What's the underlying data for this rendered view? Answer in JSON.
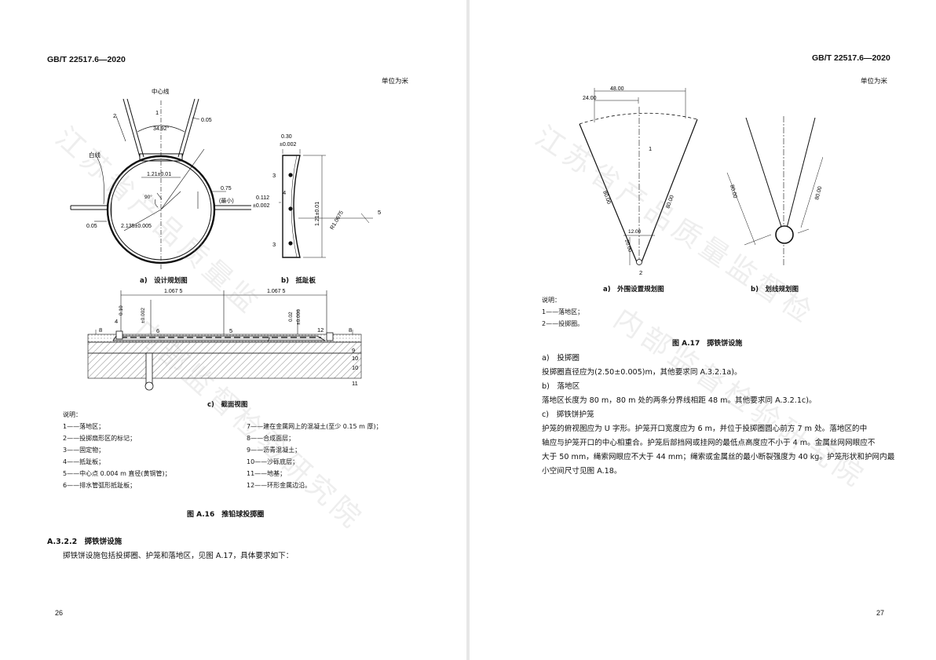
{
  "left": {
    "header": "GB/T 22517.6—2020",
    "unit": "单位为米",
    "fig_a": {
      "centerline": "中心线",
      "n1": "1",
      "n2": "2",
      "d005": "0.05",
      "angle": "34.92°",
      "white_line": "白线",
      "w121": "1.21±0.01",
      "a90": "90°",
      "d075": "0.75",
      "min": "(最小)",
      "d005b": "0.05",
      "d2135": "2.135±0.005",
      "caption": "a)　设计规划图"
    },
    "fig_b": {
      "d030": "0.30",
      "d030t": "±0.002",
      "n3a": "3",
      "n4": "4",
      "n3b": "3",
      "d0112": "0.112",
      "d0112t": "±0.002",
      "d121": "1.21±0.01",
      "r": "R1.0675",
      "n5": "5",
      "caption": "b)　抵趾板"
    },
    "fig_c": {
      "d1": "1.067 5",
      "d2": "1.067 5",
      "v1": "0.10",
      "v1t": "±0.002",
      "v2": "0.02",
      "v2t": "±0.006",
      "n8a": "8",
      "n4": "4",
      "n6": "6",
      "n5": "5",
      "n7": "7",
      "n12": "12",
      "n8b": "8",
      "n9": "9",
      "n10a": "10",
      "n10b": "10",
      "n11": "11",
      "caption": "c)　截面视图"
    },
    "legend_title": "说明：",
    "legend_left": [
      "1——落地区；",
      "2——投掷扇形区的标记；",
      "3——固定物；",
      "4——抵趾板；",
      "5——中心点 0.004 m 直径(黄铜管)；",
      "6——排水管弧形抵趾板；"
    ],
    "legend_right": [
      "7——建在金属网上的混凝土(至少 0.15 m 厚)；",
      "8——合成面层；",
      "9——沥青混凝土；",
      "10——沙砾底层；",
      "11——地基；",
      "12——环形金属边沿。"
    ],
    "figure_title": "图 A.16　推铅球投掷圈",
    "section_title": "A.3.2.2　掷铁饼设施",
    "section_text": "掷铁饼设施包括投掷圈、护笼和落地区，见图 A.17，具体要求如下：",
    "page_number": "26"
  },
  "right": {
    "header": "GB/T 22517.6—2020",
    "unit": "单位为米",
    "fig_a": {
      "d48": "48.00",
      "d24": "24.00",
      "n1": "1",
      "d80a": "80.00",
      "d80b": "80.00",
      "d12": "12.00",
      "d20": "20.00",
      "n2": "2",
      "caption": "a)　外围设置规划图"
    },
    "fig_b": {
      "d80a": "80.00",
      "d80b": "80.00",
      "caption": "b)　划线规划图"
    },
    "legend_title": "说明：",
    "legend": [
      "1——落地区；",
      "2——投掷圈。"
    ],
    "figure_title": "图 A.17　掷铁饼设施",
    "items": [
      {
        "label": "a)　投掷圈",
        "text": "投掷圈直径应为(2.50±0.005)m，其他要求同 A.3.2.1a)。"
      },
      {
        "label": "b)　落地区",
        "text": "落地区长度为 80 m，80 m 处的两条分界线相距 48 m。其他要求同 A.3.2.1c)。"
      },
      {
        "label": "c)　掷铁饼护笼",
        "lines": [
          "护笼的俯视图应为 U 字形。护笼开口宽度应为 6 m，并位于投掷圈圆心前方 7 m 处。落地区的中",
          "轴应与护笼开口的中心相重合。护笼后部挡网或挂网的最低点高度应不小于 4 m。金属丝网网眼应不",
          "大于 50 mm，绳索网眼应不大于 44 mm；绳索或金属丝的最小断裂强度为 40 kg。护笼形状和护网内最",
          "小空间尺寸见图 A.18。"
        ]
      }
    ],
    "page_number": "27"
  },
  "watermark": {
    "left_1": "江苏省产品质量监",
    "left_2": "内部监督检验研究院",
    "right_1": "江苏省产品质量监督检",
    "right_2": "内部监督检验研究院"
  }
}
